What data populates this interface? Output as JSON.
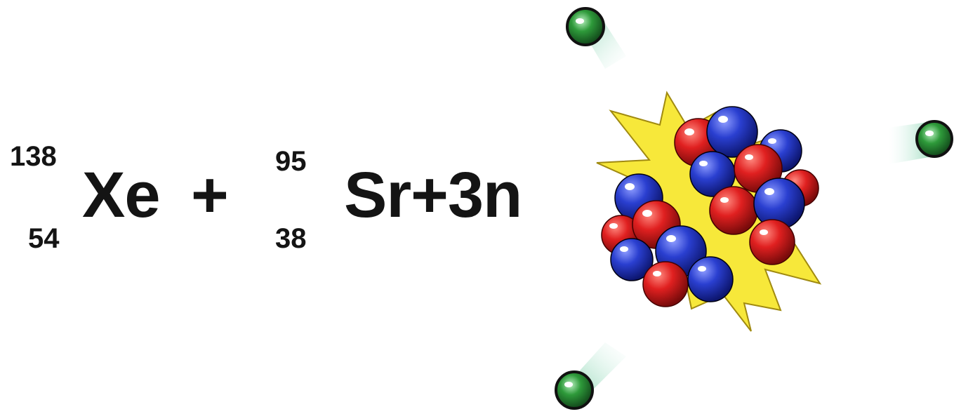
{
  "equation": {
    "xenon": {
      "mass_number": "138",
      "atomic_number": "54",
      "symbol": "Xe"
    },
    "plus": "+",
    "strontium": {
      "mass_number": "95",
      "atomic_number": "38"
    },
    "products_text": "Sr+3n"
  },
  "illustration": {
    "neutron_count": 3,
    "colors": {
      "proton": "#e02020",
      "neutron_in_nucleus": "#2a3fd0",
      "free_neutron": "#2e9a3a",
      "burst": "#f7e83a",
      "trail": "#bfe8d2"
    }
  }
}
